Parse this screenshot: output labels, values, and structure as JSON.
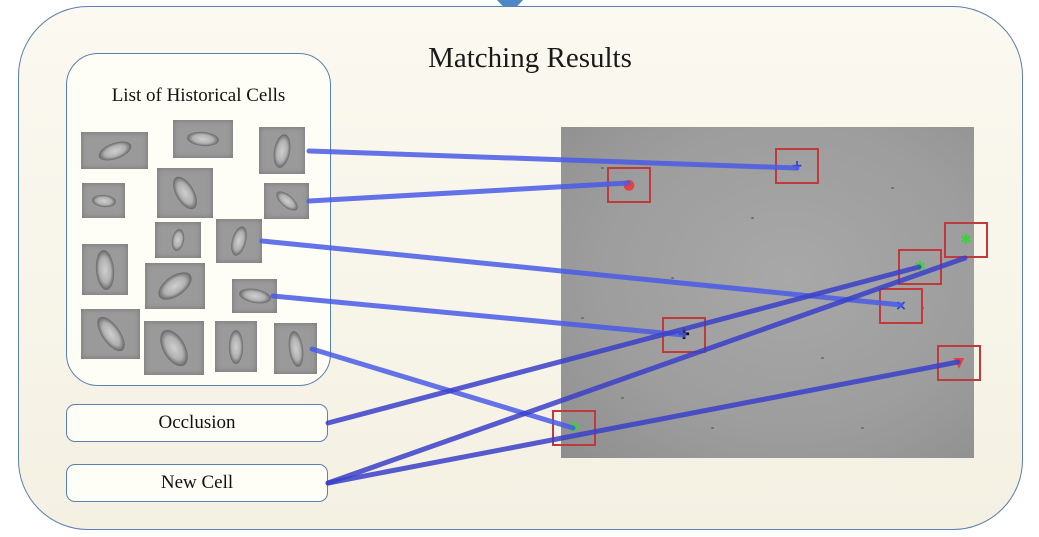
{
  "title": "Matching Results",
  "history_panel": {
    "title": "List of Historical Cells",
    "thumbnail_count": 15
  },
  "labels": {
    "occlusion": "Occlusion",
    "new_cell": "New Cell"
  },
  "detection_colors": {
    "red": "#e8403c",
    "blue": "#2a3fd0",
    "green": "#39d43a",
    "black": "#111111"
  },
  "colors": {
    "box_border": "#c0393b",
    "link_line": "#4a5ae6",
    "panel_border": "#5b7fb0",
    "accent_arrow": "#4f86c6"
  }
}
